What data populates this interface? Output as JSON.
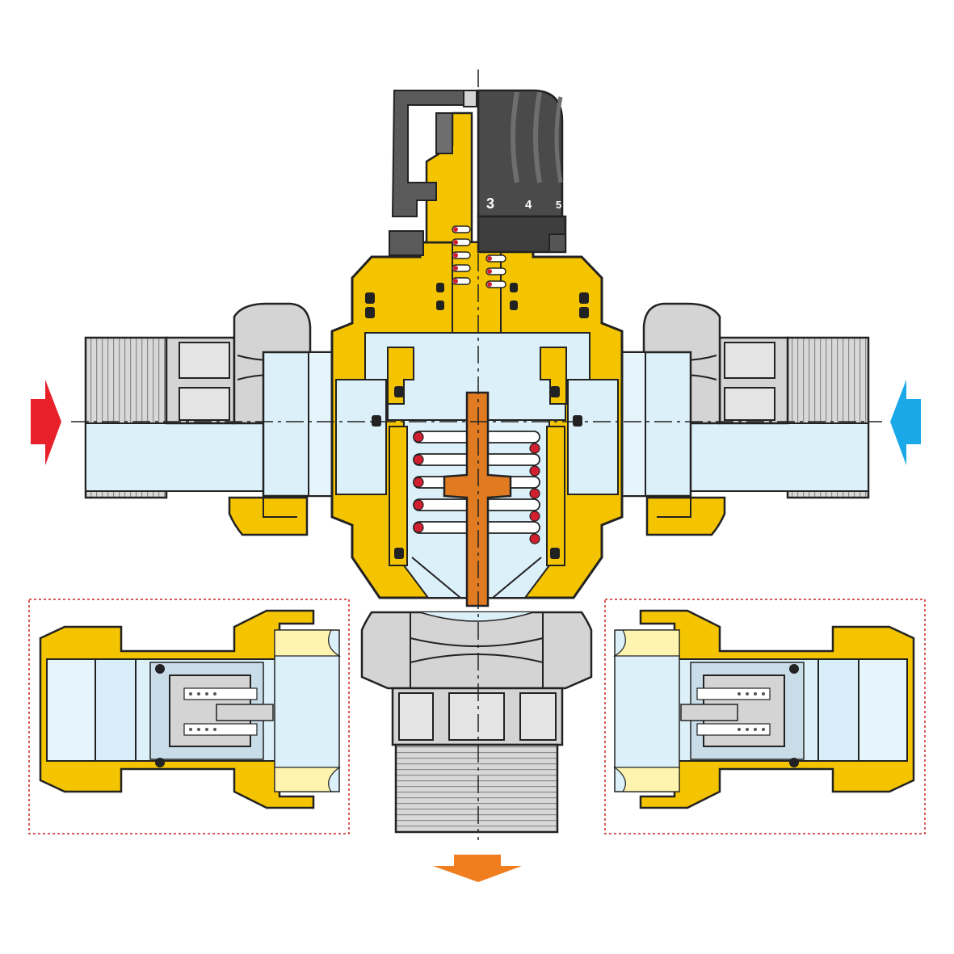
{
  "knob": {
    "scale_labels": [
      "3",
      "4",
      "5"
    ]
  },
  "colors": {
    "brass": "#f5c400",
    "water": "#dcf0fa",
    "chrome": "#d4d4d4",
    "knob": "#4a4a4a",
    "knob_light": "#6e6e6e",
    "stem": "#e07b22",
    "hot_arrow": "#e8202a",
    "cold_arrow": "#1aa8e8",
    "mixed_arrow": "#f07e1e",
    "spring_dot": "#d11f2f",
    "inset_border": "#d02020"
  },
  "icons": {
    "hot_inlet": "right-arrow-icon",
    "cold_inlet": "left-arrow-icon",
    "mixed_outlet": "down-arrow-icon"
  }
}
